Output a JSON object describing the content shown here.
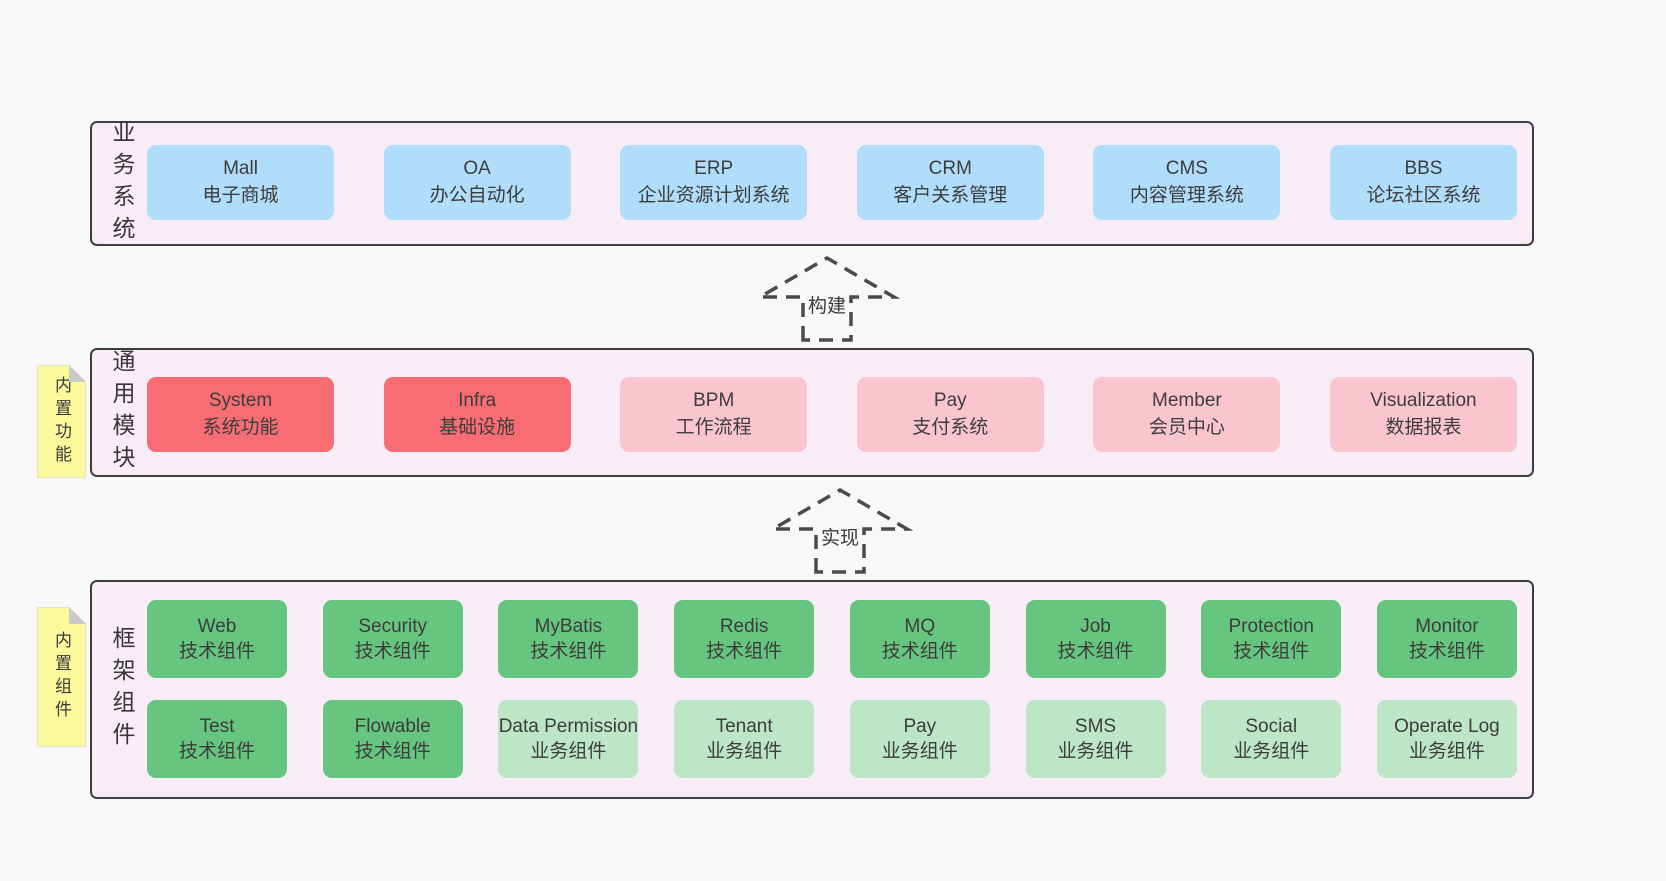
{
  "colors": {
    "page_bg": "#f9f8f9",
    "container_bg": "#f8edf6",
    "border_dark": "#3e3e3e",
    "text_dark": "#3d3d3d",
    "box_blue": "#b0ddfa",
    "box_red": "#f76d73",
    "box_pink": "#fac5cf",
    "box_green_dark": "#66c57e",
    "box_green_light": "#bde6c7",
    "note_yellow": "#fbf99c",
    "fold_gray": "#c9c9c9",
    "arrow_stroke": "#4a4a4a"
  },
  "arrows": [
    {
      "label": "构建"
    },
    {
      "label": "实现"
    }
  ],
  "layers": {
    "business": {
      "label": "业务系统",
      "boxes": [
        {
          "en": "Mall",
          "zh": "电子商城"
        },
        {
          "en": "OA",
          "zh": "办公自动化"
        },
        {
          "en": "ERP",
          "zh": "企业资源计划系统"
        },
        {
          "en": "CRM",
          "zh": "客户关系管理"
        },
        {
          "en": "CMS",
          "zh": "内容管理系统"
        },
        {
          "en": "BBS",
          "zh": "论坛社区系统"
        }
      ]
    },
    "modules": {
      "label": "通用模块",
      "note": "内置功能",
      "boxes": [
        {
          "en": "System",
          "zh": "系统功能",
          "variant": "red"
        },
        {
          "en": "Infra",
          "zh": "基础设施",
          "variant": "red"
        },
        {
          "en": "BPM",
          "zh": "工作流程",
          "variant": "pink"
        },
        {
          "en": "Pay",
          "zh": "支付系统",
          "variant": "pink"
        },
        {
          "en": "Member",
          "zh": "会员中心",
          "variant": "pink"
        },
        {
          "en": "Visualization",
          "zh": "数据报表",
          "variant": "pink"
        }
      ]
    },
    "framework": {
      "label": "框架组件",
      "note": "内置组件",
      "rows": [
        [
          {
            "en": "Web",
            "zh": "技术组件",
            "variant": "green-dark"
          },
          {
            "en": "Security",
            "zh": "技术组件",
            "variant": "green-dark"
          },
          {
            "en": "MyBatis",
            "zh": "技术组件",
            "variant": "green-dark"
          },
          {
            "en": "Redis",
            "zh": "技术组件",
            "variant": "green-dark"
          },
          {
            "en": "MQ",
            "zh": "技术组件",
            "variant": "green-dark"
          },
          {
            "en": "Job",
            "zh": "技术组件",
            "variant": "green-dark"
          },
          {
            "en": "Protection",
            "zh": "技术组件",
            "variant": "green-dark"
          },
          {
            "en": "Monitor",
            "zh": "技术组件",
            "variant": "green-dark"
          }
        ],
        [
          {
            "en": "Test",
            "zh": "技术组件",
            "variant": "green-dark"
          },
          {
            "en": "Flowable",
            "zh": "技术组件",
            "variant": "green-dark"
          },
          {
            "en": "Data Permission",
            "zh": "业务组件",
            "variant": "green-light"
          },
          {
            "en": "Tenant",
            "zh": "业务组件",
            "variant": "green-light"
          },
          {
            "en": "Pay",
            "zh": "业务组件",
            "variant": "green-light"
          },
          {
            "en": "SMS",
            "zh": "业务组件",
            "variant": "green-light"
          },
          {
            "en": "Social",
            "zh": "业务组件",
            "variant": "green-light"
          },
          {
            "en": "Operate Log",
            "zh": "业务组件",
            "variant": "green-light"
          }
        ]
      ]
    }
  }
}
